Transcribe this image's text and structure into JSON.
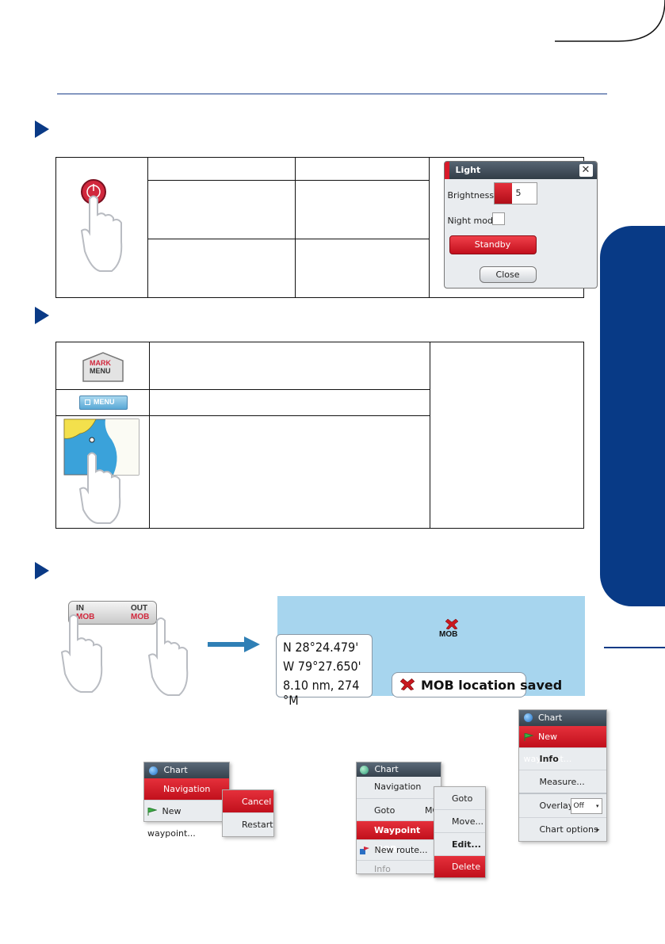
{
  "section1": {
    "light_dialog": {
      "title": "Light",
      "close_glyph": "✕",
      "brightness_label": "Brightness",
      "brightness_value": "5",
      "night_mode_label": "Night mode",
      "standby_label": "Standby",
      "close_label": "Close"
    }
  },
  "section2": {
    "mark_key_label_top": "MARK",
    "mark_key_label_bottom": "MENU",
    "menu_key_label": "MENU",
    "chart_menu": {
      "title": "Chart",
      "items": [
        "New waypoint...",
        "Info",
        "Measure...",
        "Overlay",
        "Chart options"
      ],
      "overlay_value": "Off"
    }
  },
  "section3": {
    "mob_key": {
      "in": "IN",
      "mob_left": "MOB",
      "out": "OUT",
      "mob_right": "MOB"
    },
    "chart": {
      "marker_label": "MOB",
      "lat": "N  28°24.479'",
      "lon": "W  79°27.650'",
      "range": "8.10 nm, 274 °M",
      "toast": "MOB location saved"
    }
  },
  "section4": {
    "nav_menu": {
      "title": "Chart",
      "items": [
        "Navigation",
        "New waypoint..."
      ],
      "submenu": [
        "Cancel",
        "Restart"
      ]
    },
    "wp_menu": {
      "title": "Chart",
      "items": [
        "Navigation",
        "Goto",
        "Waypoint MOB",
        "New route...",
        "Info"
      ],
      "goto_suffix": "MO",
      "submenu": [
        "Goto",
        "Move...",
        "Edit...",
        "Delete"
      ]
    }
  },
  "colors": {
    "accent_blue": "#083a86",
    "menu_red": "#d81a2a"
  }
}
